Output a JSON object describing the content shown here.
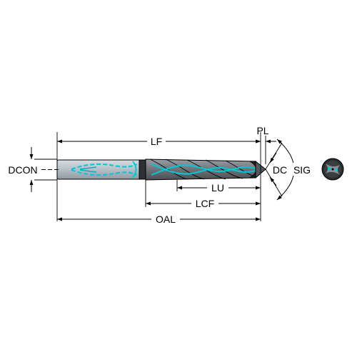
{
  "dimensions": {
    "lf": "LF",
    "pl": "PL",
    "dcon": "DCON",
    "dc": "DC",
    "sig": "SIG",
    "lu": "LU",
    "lcf": "LCF",
    "oal": "OAL"
  },
  "colors": {
    "outline": "#000000",
    "body_gray": "#7a7f84",
    "shank_light": "#b8c4ca",
    "coolant_cyan": "#00c8d8",
    "end_view": "#333333"
  }
}
